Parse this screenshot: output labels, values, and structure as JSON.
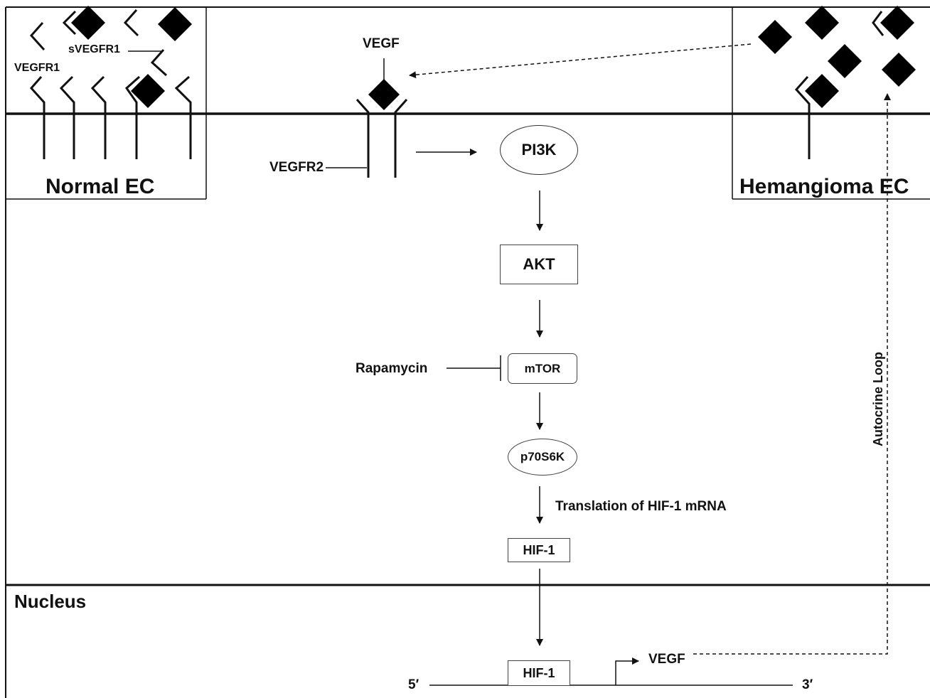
{
  "labels": {
    "normal_ec": "Normal EC",
    "hemangioma_ec": "Hemangioma EC",
    "svegfr1": "sVEGFR1",
    "vegfr1": "VEGFR1",
    "vegf_top": "VEGF",
    "vegfr2": "VEGFR2",
    "rapamycin": "Rapamycin",
    "translation": "Translation of HIF-1 mRNA",
    "autocrine_loop": "Autocrine Loop",
    "nucleus": "Nucleus",
    "vegf_gene": "VEGF",
    "five_prime": "5′",
    "three_prime": "3′"
  },
  "nodes": {
    "pi3k": "PI3K",
    "akt": "AKT",
    "mtor": "mTOR",
    "p70s6k": "p70S6K",
    "hif1_cytoplasm": "HIF-1",
    "hif1_nucleus": "HIF-1"
  },
  "colors": {
    "line": "#111111",
    "ligand": "#000000",
    "box_border": "#444444"
  }
}
